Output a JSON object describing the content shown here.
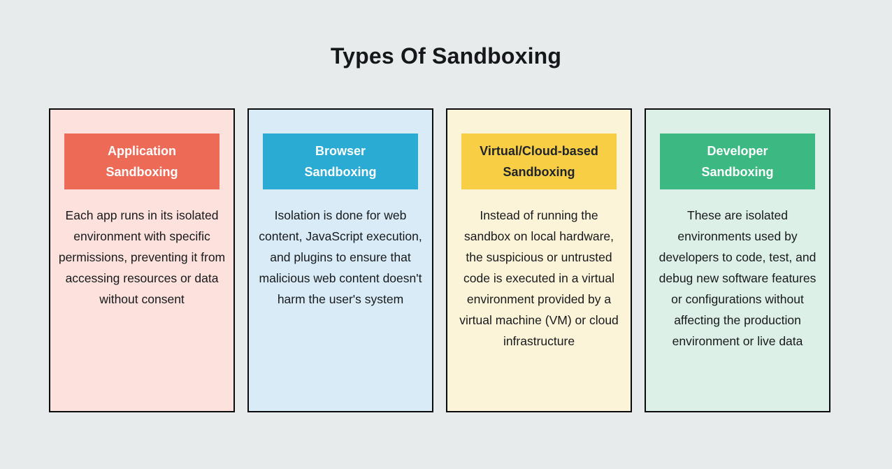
{
  "page": {
    "title": "Types Of Sandboxing",
    "background_color": "#E8EBEC"
  },
  "cards": [
    {
      "title": "Application Sandboxing",
      "description": "Each app runs in its isolated environment with specific permissions, preventing it from accessing resources or data without consent",
      "header_bg": "#ED6A57",
      "header_text_color": "#FFFFFF",
      "body_bg": "#FCE1DC"
    },
    {
      "title": "Browser Sandboxing",
      "description": "Isolation is done for web content, JavaScript execution, and plugins to ensure that malicious web content doesn't harm the user's system",
      "header_bg": "#29ABD3",
      "header_text_color": "#FFFFFF",
      "body_bg": "#D8EBF6"
    },
    {
      "title": "Virtual/Cloud-based Sandboxing",
      "description": "Instead of running the sandbox on local hardware, the suspicious or untrusted code is executed in a virtual environment provided by a virtual machine (VM) or cloud infrastructure",
      "header_bg": "#F8CE45",
      "header_text_color": "#20242B",
      "body_bg": "#FCF4D9"
    },
    {
      "title": "Developer Sandboxing",
      "description": "These are isolated environments used by developers to code, test, and debug new software features or configurations without affecting the production environment or live data",
      "header_bg": "#3CB983",
      "header_text_color": "#FFFFFF",
      "body_bg": "#DDF0E7"
    }
  ]
}
